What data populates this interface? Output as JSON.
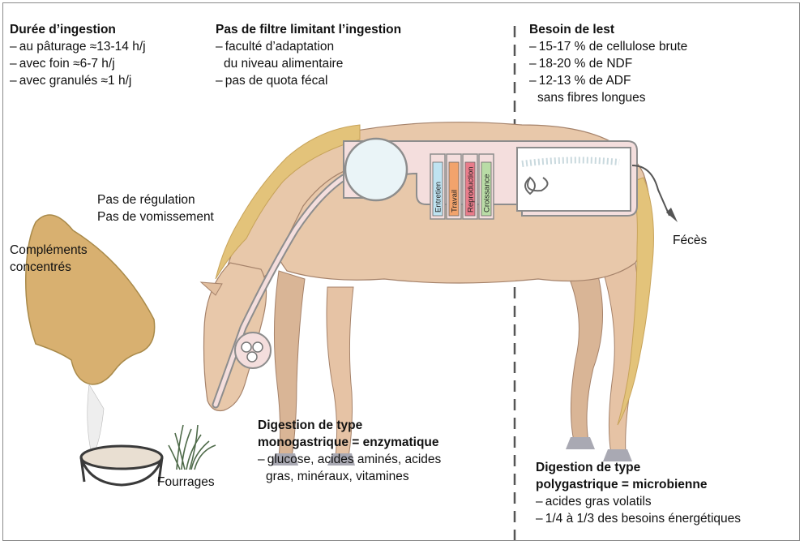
{
  "ingestion": {
    "title": "Durée d’ingestion",
    "lines": [
      "au pâturage ≈13-14 h/j",
      "avec foin ≈6-7 h/j",
      "avec granulés ≈1 h/j"
    ]
  },
  "filter": {
    "title": "Pas de filtre limitant l’ingestion",
    "lines": [
      "faculté d’adaptation",
      "du niveau alimentaire",
      "pas de quota fécal"
    ]
  },
  "ballast": {
    "title": "Besoin de lest",
    "lines": [
      "15-17 % de cellulose brute",
      "18-20 % de NDF",
      "12-13 % de ADF",
      "sans fibres longues"
    ]
  },
  "regulation": {
    "line1": "Pas de régulation",
    "line2": "Pas de vomissement"
  },
  "supplements": {
    "line1": "Compléments",
    "line2": "concentrés"
  },
  "forage_label": "Fourrages",
  "feces_label": "Fécès",
  "meters": [
    "Entretien",
    "Travail",
    "Reproduction",
    "Croissance"
  ],
  "meter_colors": [
    "#bfe3f1",
    "#f2a36c",
    "#e87c8a",
    "#b9dca6"
  ],
  "monogastric": {
    "title1": "Digestion de type",
    "title2": "monogastrique = enzymatique",
    "lines": [
      "glucose, acides aminés, acides",
      "gras, minéraux, vitamines"
    ]
  },
  "polygastric": {
    "title1": "Digestion de type",
    "title2": "polygastrique = microbienne",
    "lines": [
      "acides gras volatils",
      "1/4 à 1/3 des besoins énergétiques"
    ]
  },
  "colors": {
    "horse_body": "#e8c8aa",
    "mane": "#e3c37a",
    "gut": "#f4dedd",
    "hoof": "#a9a9b3",
    "feed_bag": "#d8b070"
  }
}
